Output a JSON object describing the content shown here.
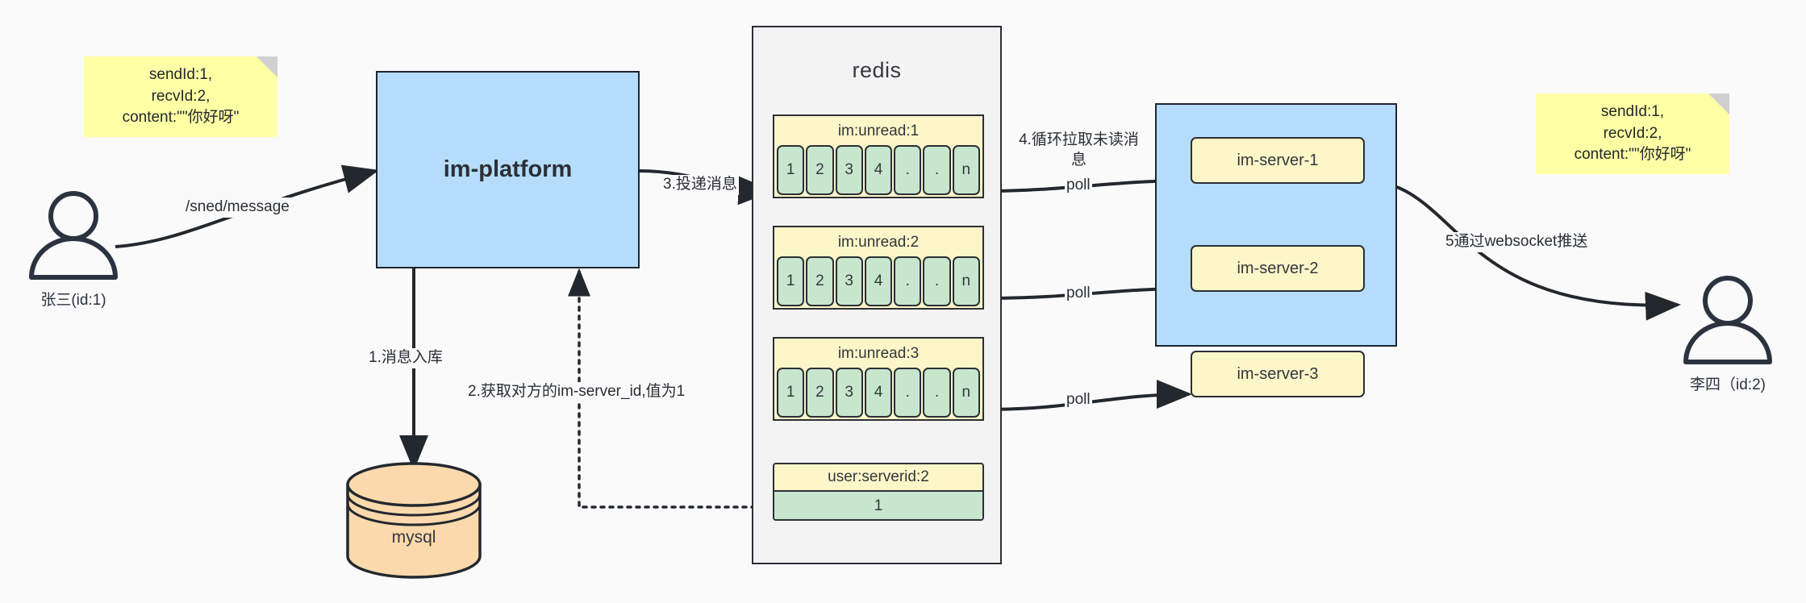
{
  "colors": {
    "background": "#fafafa",
    "note_yellow": "#ffffa6",
    "box_blue": "#b5ddfb",
    "panel_grey": "#f3f3f3",
    "key_yellow": "#fdf6c9",
    "cell_green": "#c7e6cd",
    "db_orange": "#fbd9ac",
    "stroke": "#2b2f36"
  },
  "notes": {
    "left": "sendId:1,\nrecvId:2,\ncontent:\"\"你好呀\"",
    "right": "sendId:1,\nrecvId:2,\ncontent:\"\"你好呀\""
  },
  "actors": {
    "sender": {
      "label": "张三(id:1)",
      "icon": "person-icon"
    },
    "receiver": {
      "label": "李四（id:2)",
      "icon": "person-icon"
    }
  },
  "nodes": {
    "platform": {
      "label": "im-platform"
    },
    "database": {
      "label": "mysql",
      "shape": "cylinder"
    },
    "redis": {
      "title": "redis"
    },
    "server_container": {
      "label": ""
    }
  },
  "redis_lists": [
    {
      "key": "im:unread:1",
      "cells": [
        "1",
        "2",
        "3",
        "4",
        ".",
        ".",
        "n"
      ]
    },
    {
      "key": "im:unread:2",
      "cells": [
        "1",
        "2",
        "3",
        "4",
        ".",
        ".",
        "n"
      ]
    },
    {
      "key": "im:unread:3",
      "cells": [
        "1",
        "2",
        "3",
        "4",
        ".",
        ".",
        "n"
      ]
    }
  ],
  "redis_kv": {
    "key": "user:serverid:2",
    "value": "1"
  },
  "servers": [
    {
      "label": "im-server-1"
    },
    {
      "label": "im-server-2"
    },
    {
      "label": "im-server-3"
    }
  ],
  "edges": {
    "send_message": "/sned/message",
    "step1": "1.消息入库",
    "step2": "2.获取对方的im-server_id,值为1",
    "step3": "3.投递消息",
    "step4": "4.循环拉取未读消\n息",
    "poll1": "poll",
    "poll2": "poll",
    "poll3": "poll",
    "step5": "5通过websocket推送"
  }
}
